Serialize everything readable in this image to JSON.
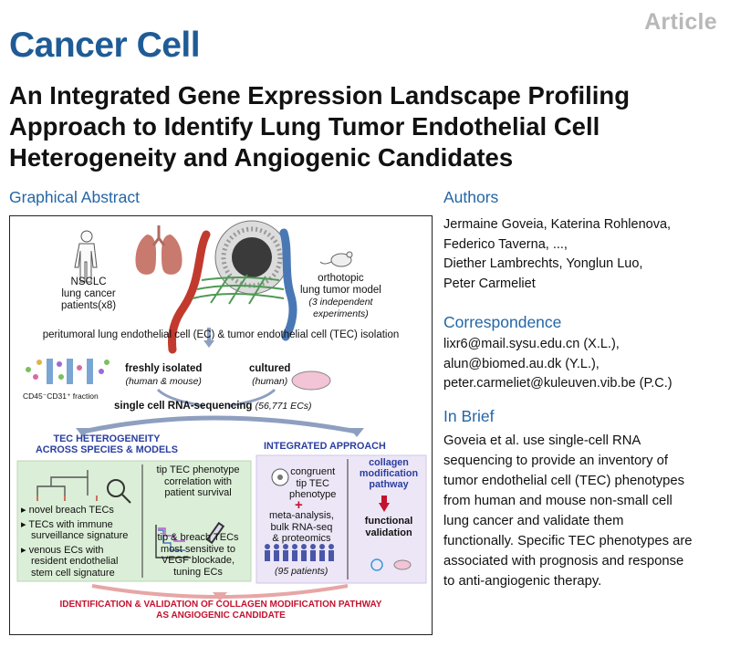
{
  "header": {
    "article_tag": "Article",
    "journal": "Cancer Cell",
    "title_lines": [
      "An Integrated Gene Expression Landscape Profiling",
      "Approach to Identify Lung Tumor Endothelial Cell",
      "Heterogeneity and Angiogenic Candidates"
    ]
  },
  "graphical_abstract": {
    "heading": "Graphical Abstract",
    "patients_lines": [
      "NSCLC",
      "lung cancer",
      "patients(x8)"
    ],
    "model_lines": [
      "orthotopic",
      "lung tumor model"
    ],
    "model_note_lines": [
      "(3 independent",
      "experiments)"
    ],
    "isolation": "peritumoral lung endothelial cell (EC) & tumor endothelial cell (TEC) isolation",
    "fraction_label": "CD45⁻CD31⁺ fraction",
    "freshly_isolated": "freshly isolated",
    "freshly_note": "(human & mouse)",
    "cultured": "cultured",
    "cultured_note": "(human)",
    "sequencing": "single cell RNA-sequencing",
    "sequencing_count": "(56,771 ECs)",
    "left_heading_lines": [
      "TEC HETEROGENEITY",
      "ACROSS SPECIES & MODELS"
    ],
    "right_heading": "INTEGRATED APPROACH",
    "bullet_1": "novel breach TECs",
    "bullet_2_lines": [
      "TECs with immune",
      "surveillance signature"
    ],
    "bullet_3_lines": [
      "venous ECs with",
      "resident endothelial",
      "stem cell signature"
    ],
    "tip_survival_lines": [
      "tip TEC phenotype",
      "correlation with",
      "patient survival"
    ],
    "vegf_lines": [
      "tip & breach TECs",
      "most sensitive to",
      "VEGF blockade,",
      "tuning ECs"
    ],
    "congruent_lines": [
      "congruent",
      "tip TEC",
      "phenotype"
    ],
    "plus_sign": "+",
    "meta_lines": [
      "meta-analysis,",
      "bulk RNA-seq",
      "& proteomics"
    ],
    "patients_count": "(95 patients)",
    "collagen_lines": [
      "collagen",
      "modification",
      "pathway"
    ],
    "functional_lines": [
      "functional",
      "validation"
    ],
    "bottom_lines": [
      "IDENTIFICATION & VALIDATION OF COLLAGEN MODIFICATION PATHWAY",
      "AS ANGIOGENIC CANDIDATE"
    ]
  },
  "authors": {
    "heading": "Authors",
    "lines": [
      "Jermaine Goveia, Katerina Rohlenova,",
      "Federico Taverna, ...,",
      "Diether Lambrechts, Yonglun Luo,",
      "Peter Carmeliet"
    ]
  },
  "correspondence": {
    "heading": "Correspondence",
    "lines": [
      "lixr6@mail.sysu.edu.cn (X.L.),",
      "alun@biomed.au.dk (Y.L.),",
      "peter.carmeliet@kuleuven.vib.be (P.C.)"
    ]
  },
  "in_brief": {
    "heading": "In Brief",
    "lines": [
      "Goveia et al. use single-cell RNA",
      "sequencing to provide an inventory of",
      "tumor endothelial cell (TEC) phenotypes",
      "from human and mouse non-small cell",
      "lung cancer and validate them",
      "functionally. Specific TEC phenotypes are",
      "associated with prognosis and response",
      "to anti-angiogenic therapy."
    ]
  },
  "colors": {
    "journal_blue": "#1f5c96",
    "heading_blue": "#2466a6",
    "accent_red": "#c4122f",
    "accent_navy": "#2a3ea0"
  }
}
